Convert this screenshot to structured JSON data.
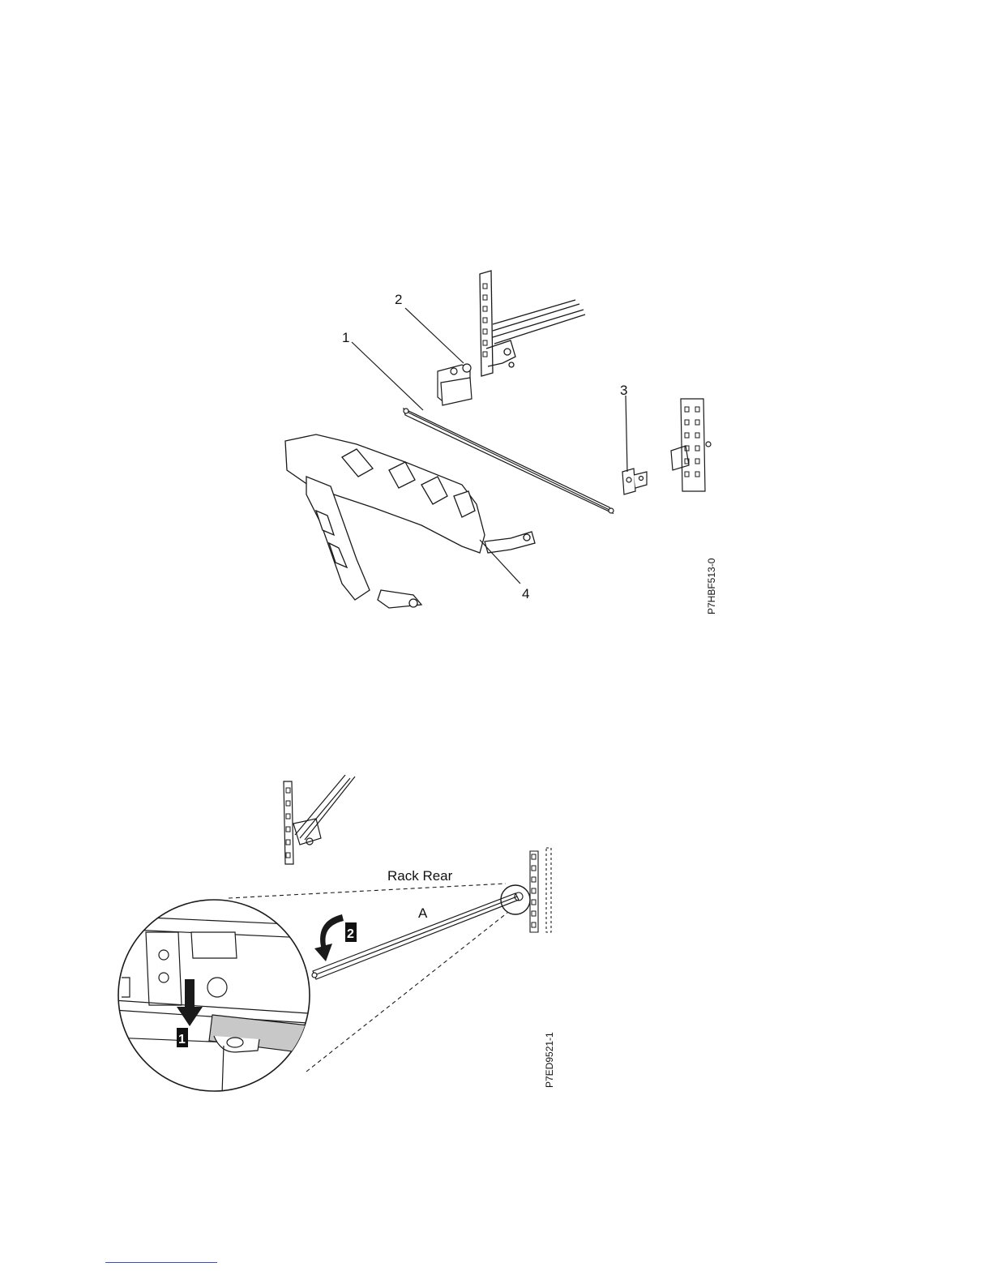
{
  "figure1": {
    "callouts": [
      "1",
      "2",
      "3",
      "4"
    ],
    "figure_id": "P7HBF513-0"
  },
  "figure2": {
    "label_rack_rear": "Rack Rear",
    "label_a": "A",
    "steps": [
      "1",
      "2"
    ],
    "figure_id": "P7ED9521-1"
  },
  "colors": {
    "line": "#1a1a1a",
    "shade": "#c8c8c8",
    "footer_rule": "#3b4bd8"
  }
}
